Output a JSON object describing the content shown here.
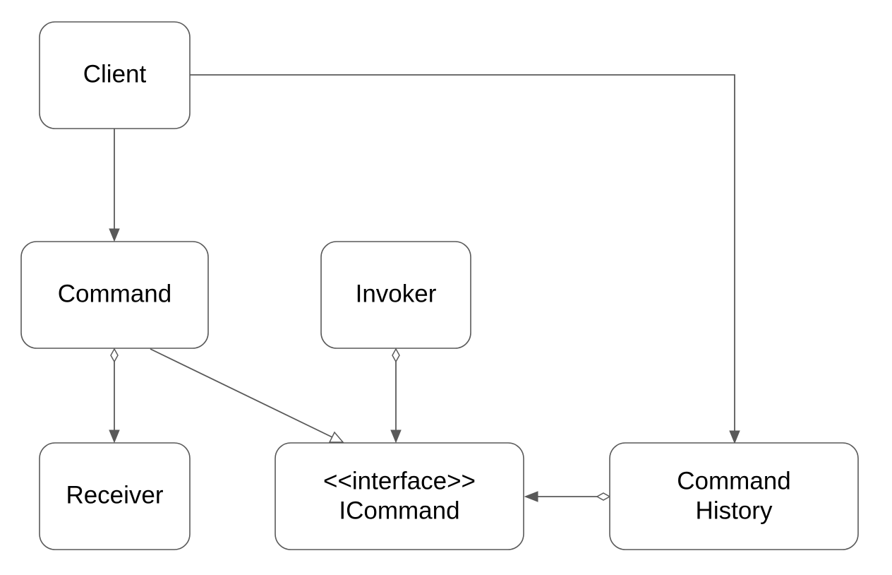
{
  "diagram": {
    "nodes": {
      "client": {
        "lines": [
          "Client"
        ]
      },
      "command": {
        "lines": [
          "Command"
        ]
      },
      "invoker": {
        "lines": [
          "Invoker"
        ]
      },
      "receiver": {
        "lines": [
          "Receiver"
        ]
      },
      "icommand": {
        "lines": [
          "<<interface>>",
          "ICommand"
        ]
      },
      "history": {
        "lines": [
          "Command",
          "History"
        ]
      }
    },
    "edges": [
      {
        "id": "client-to-command",
        "from": "client",
        "to": "command",
        "type": "association-arrow"
      },
      {
        "id": "client-to-history",
        "from": "client",
        "to": "history",
        "type": "association-arrow"
      },
      {
        "id": "command-to-receiver",
        "from": "command",
        "to": "receiver",
        "type": "aggregation-arrow"
      },
      {
        "id": "command-to-icommand",
        "from": "command",
        "to": "icommand",
        "type": "realization"
      },
      {
        "id": "invoker-to-icommand",
        "from": "invoker",
        "to": "icommand",
        "type": "aggregation-arrow"
      },
      {
        "id": "history-to-icommand",
        "from": "history",
        "to": "icommand",
        "type": "aggregation-arrow"
      }
    ]
  }
}
